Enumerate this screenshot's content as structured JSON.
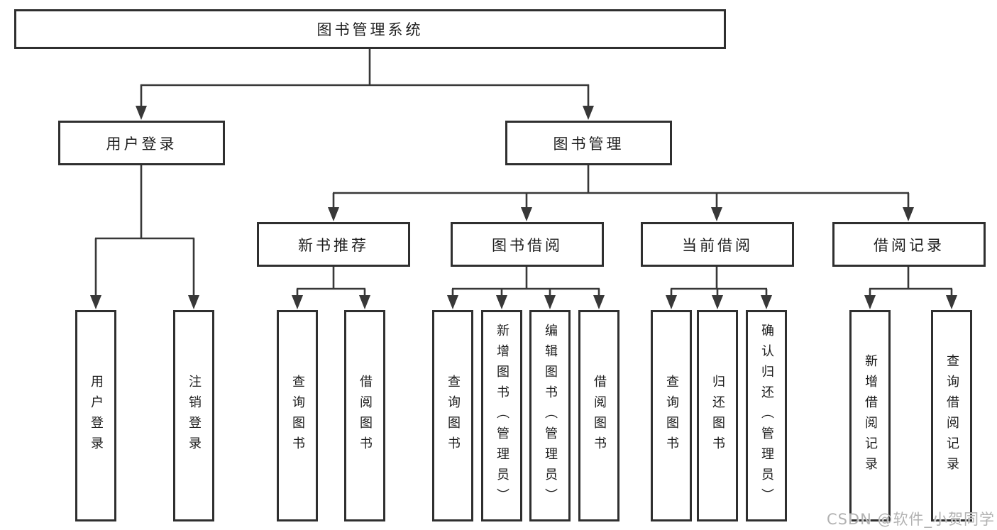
{
  "tree": {
    "root": {
      "label": "图书管理系统",
      "children": [
        {
          "label": "用户登录",
          "children": [
            {
              "label": "用户登录"
            },
            {
              "label": "注销登录"
            }
          ]
        },
        {
          "label": "图书管理",
          "children": [
            {
              "label": "新书推荐",
              "children": [
                {
                  "label": "查询图书"
                },
                {
                  "label": "借阅图书"
                }
              ]
            },
            {
              "label": "图书借阅",
              "children": [
                {
                  "label": "查询图书"
                },
                {
                  "label": "新增图书（管理员）"
                },
                {
                  "label": "编辑图书（管理员）"
                },
                {
                  "label": "借阅图书"
                }
              ]
            },
            {
              "label": "当前借阅",
              "children": [
                {
                  "label": "查询图书"
                },
                {
                  "label": "归还图书"
                },
                {
                  "label": "确认归还（管理员）"
                }
              ]
            },
            {
              "label": "借阅记录",
              "children": [
                {
                  "label": "新增借阅记录"
                },
                {
                  "label": "查询借阅记录"
                }
              ]
            }
          ]
        }
      ]
    }
  },
  "watermark": {
    "text": "CSDN @软件_小贺同学",
    "color": "#b2b2b2"
  },
  "style": {
    "background": "#ffffff",
    "box_fill": "#ffffff",
    "box_border_color": "#2f2f2f",
    "line_color": "#383838",
    "text_color": "#1d1d1d"
  }
}
